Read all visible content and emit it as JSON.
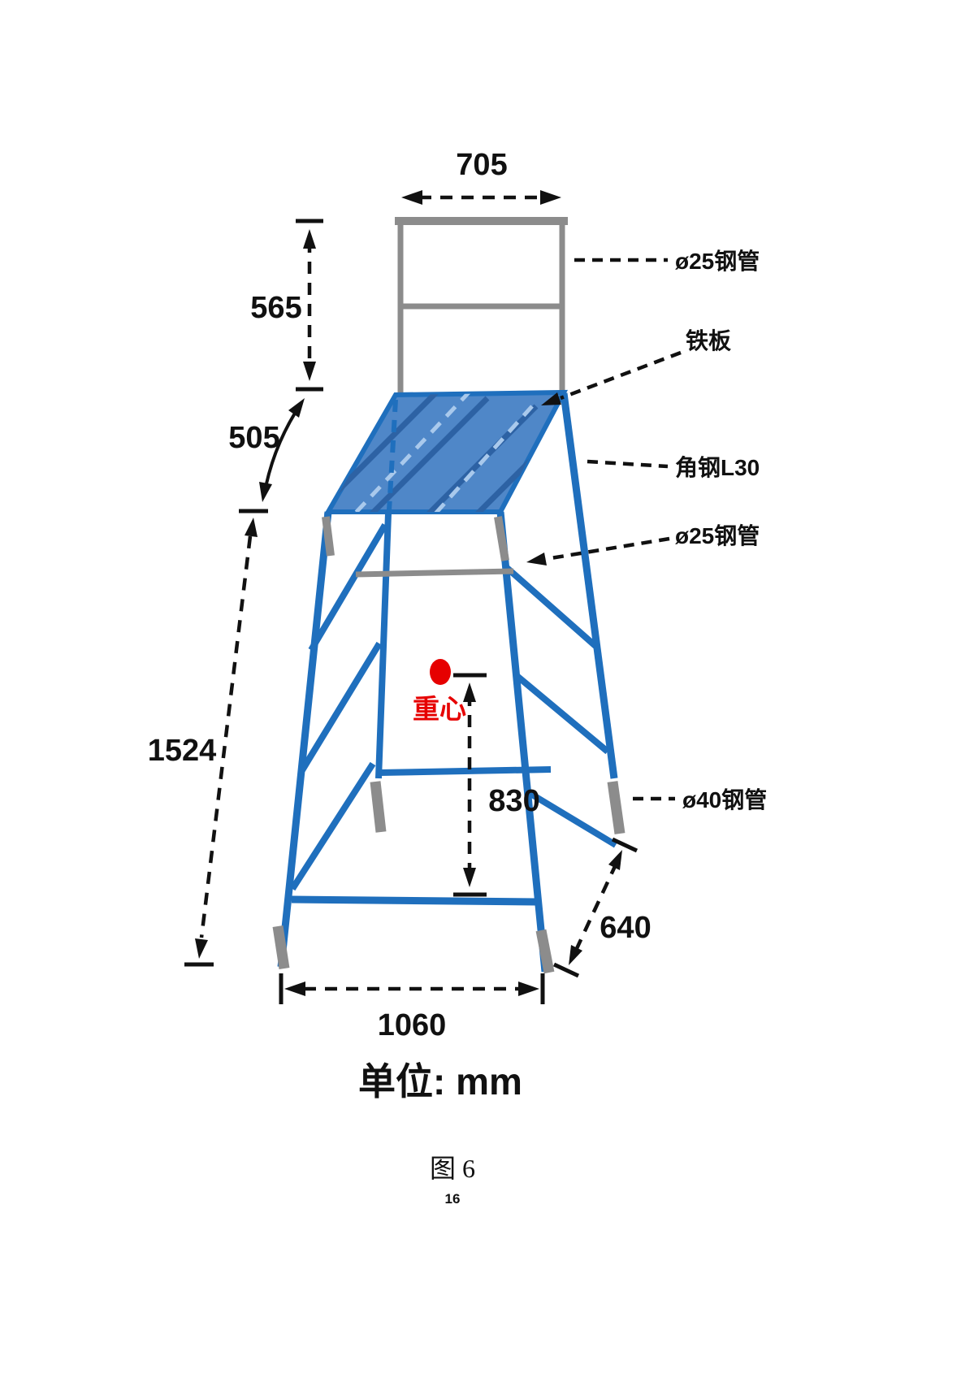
{
  "page": {
    "unit_label": "单位: mm",
    "figure_caption": "图 6",
    "page_number": "16"
  },
  "diagram": {
    "dimensions": {
      "top_width_mm": "705",
      "backrest_height_mm": "565",
      "platform_offset_mm": "505",
      "overall_height_mm": "1524",
      "cg_height_mm": "830",
      "base_depth_mm": "640",
      "base_width_mm": "1060"
    },
    "part_labels": {
      "top_tube": "ø25钢管",
      "iron_plate": "铁板",
      "angle_steel": "角钢L30",
      "mid_tube": "ø25钢管",
      "foot_tube": "ø40钢管",
      "center_of_gravity": "重心"
    },
    "colors": {
      "structure_blue": "#1f6fbd",
      "plate_fill_blue": "#4f87c8",
      "frame_gray": "#8c8c8c",
      "cg_red": "#e60000",
      "dimension_black": "#111111"
    }
  }
}
